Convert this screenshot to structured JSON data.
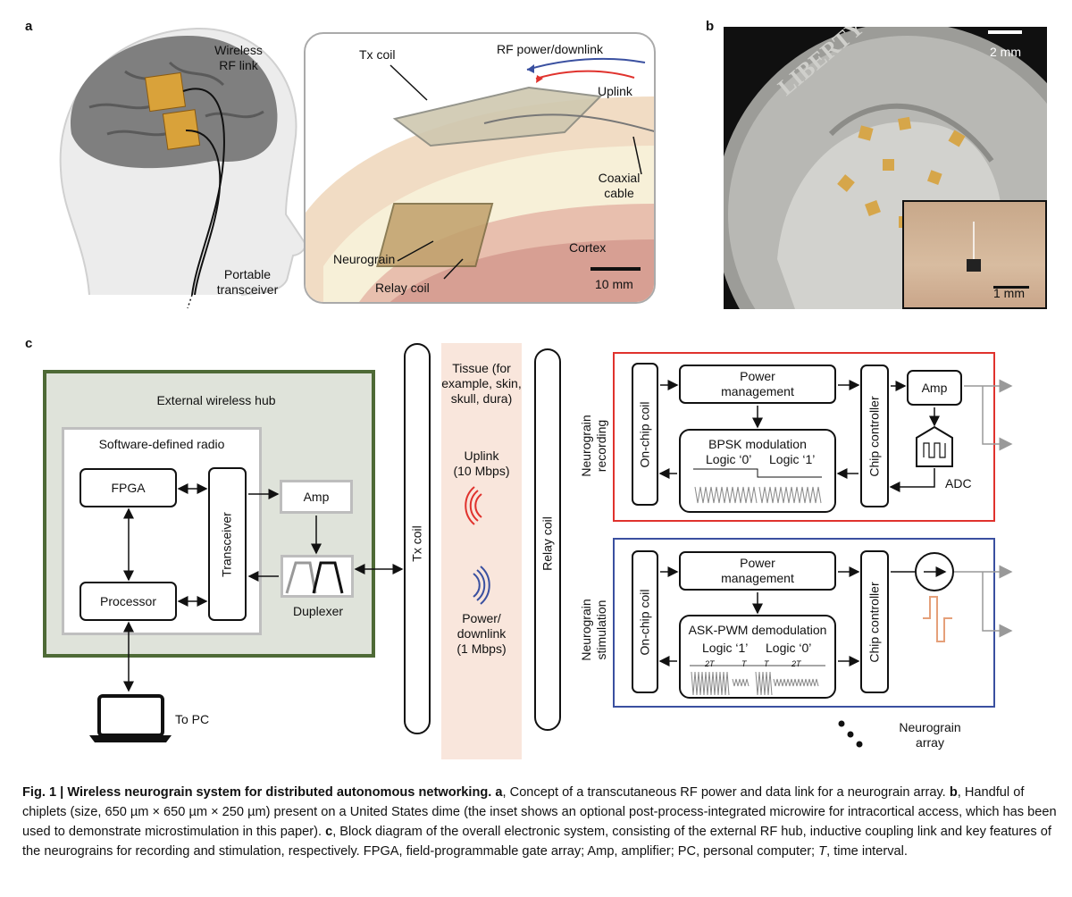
{
  "panel_a": {
    "label": "a",
    "wireless_rf_link": [
      "Wireless",
      "RF link"
    ],
    "portable_transceiver": [
      "Portable",
      "transceiver"
    ],
    "tx_coil": "Tx coil",
    "rf_power_downlink": "RF power/downlink",
    "uplink": "Uplink",
    "coaxial_cable": [
      "Coaxial",
      "cable"
    ],
    "neurograin": "Neurograin",
    "cortex": "Cortex",
    "relay_coil": "Relay coil",
    "scale_bar": "10 mm"
  },
  "panel_b": {
    "label": "b",
    "scale_bar_main": "2 mm",
    "scale_bar_inset": "1 mm"
  },
  "panel_c": {
    "label": "c",
    "hub_title": "External wireless hub",
    "sdr_title": "Software-defined radio",
    "fpga": "FPGA",
    "processor": "Processor",
    "transceiver": "Transceiver",
    "amp": "Amp",
    "duplexer": "Duplexer",
    "to_pc": "To PC",
    "tx_coil": "Tx coil",
    "relay_coil": "Relay coil",
    "tissue": [
      "Tissue (for",
      "example, skin,",
      "skull, dura)"
    ],
    "uplink": [
      "Uplink",
      "(10 Mbps)"
    ],
    "power_downlink": [
      "Power/",
      "downlink",
      "(1 Mbps)"
    ],
    "recording": {
      "side_label": [
        "Neurograin",
        "recording"
      ],
      "on_chip_coil": "On-chip coil",
      "power_management": [
        "Power",
        "management"
      ],
      "modulation": "BPSK modulation",
      "logic_0": "Logic ‘0’",
      "logic_1": "Logic ‘1’",
      "chip_controller": "Chip controller",
      "amp": "Amp",
      "adc": "ADC"
    },
    "stimulation": {
      "side_label": [
        "Neurograin",
        "stimulation"
      ],
      "on_chip_coil": "On-chip coil",
      "power_management": [
        "Power",
        "management"
      ],
      "demodulation": "ASK-PWM demodulation",
      "logic_1": "Logic ‘1’",
      "logic_0": "Logic ‘0’",
      "t2a": "2T",
      "t1": "T",
      "t2": "T",
      "t2b": "2T",
      "chip_controller": "Chip controller"
    },
    "array": [
      "Neurograin",
      "array"
    ]
  },
  "caption": {
    "fig": "Fig. 1 | ",
    "title": "Wireless neurograin system for distributed autonomous networking.",
    "a_letter": "a",
    "a_text": ", Concept of a transcutaneous RF power and data link for a neurograin array.",
    "b_letter": "b",
    "b_text": ", Handful of chiplets (size, 650 µm × 650 µm × 250 µm) present on a United States dime (the inset shows an optional post-process-integrated microwire for intracortical access, which has been used to demonstrate microstimulation in this paper).",
    "c_letter": "c",
    "c_text": ", Block diagram of the overall electronic system, consisting of the external RF hub, inductive coupling link and key features of the neurograins for recording and stimulation, respectively. FPGA, field-programmable gate array; Amp, amplifier; PC, personal computer; ",
    "t_italic": "T",
    "end_text": ", time interval."
  },
  "colors": {
    "hub_border": "#4e6a36",
    "hub_fill": "#dfe3da",
    "recording_border": "#e0322d",
    "stimulation_border": "#3a50a0",
    "tissue_band": "#f9e6dc",
    "uplink_wave": "#e0322d",
    "downlink_wave": "#3a50a0",
    "stim_pulse": "#e5a07a"
  }
}
